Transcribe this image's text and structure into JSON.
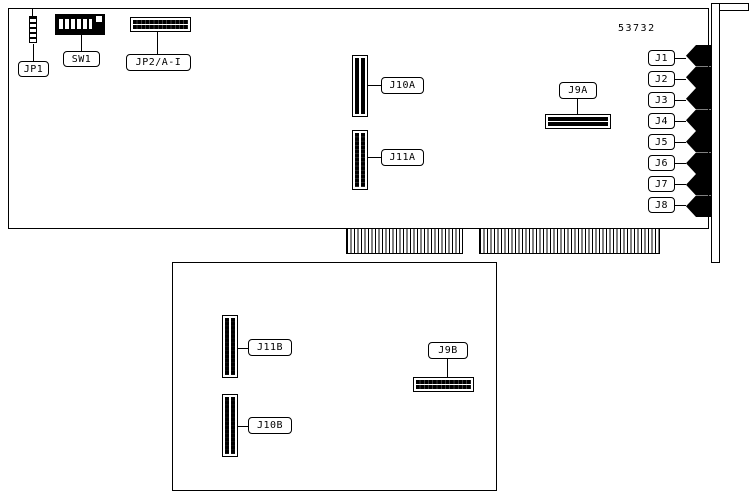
{
  "part_number": "53732",
  "main_board": {
    "labels": {
      "jp1": "JP1",
      "sw1": "SW1",
      "jp2": "JP2/A-I",
      "j10a": "J10A",
      "j11a": "J11A",
      "j9a": "J9A"
    },
    "rear_connectors": [
      "J1",
      "J2",
      "J3",
      "J4",
      "J5",
      "J6",
      "J7",
      "J8"
    ]
  },
  "daughter_board": {
    "labels": {
      "j11b": "J11B",
      "j10b": "J10B",
      "j9b": "J9B"
    }
  }
}
